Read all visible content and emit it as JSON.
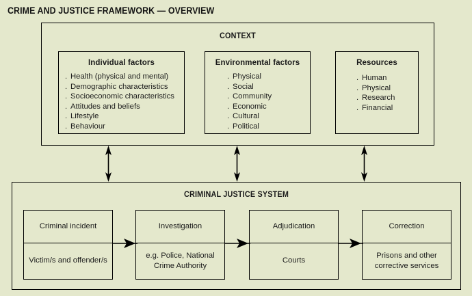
{
  "title": "CRIME AND JUSTICE FRAMEWORK — OVERVIEW",
  "colors": {
    "background": "#e4e8cc",
    "stroke": "#000000",
    "text": "#1a1a1a"
  },
  "context": {
    "heading": "CONTEXT",
    "groups": [
      {
        "title": "Individual factors",
        "items": [
          "Health (physical and mental)",
          "Demographic characteristics",
          "Socioeconomic characteristics",
          "Attitudes and beliefs",
          "Lifestyle",
          "Behaviour"
        ]
      },
      {
        "title": "Environmental factors",
        "items": [
          "Physical",
          "Social",
          "Community",
          "Economic",
          "Cultural",
          "Political"
        ]
      },
      {
        "title": "Resources",
        "items": [
          "Human",
          "Physical",
          "Research",
          "Financial"
        ]
      }
    ]
  },
  "connectors": {
    "vertical": [
      {
        "name": "context-to-cjs-arrow-left",
        "direction": "double"
      },
      {
        "name": "context-to-cjs-arrow-middle",
        "direction": "double"
      },
      {
        "name": "context-to-cjs-arrow-right",
        "direction": "double"
      }
    ],
    "horizontal": [
      {
        "name": "flow-arrow-incident-to-investigation",
        "direction": "right"
      },
      {
        "name": "flow-arrow-investigation-to-adjudication",
        "direction": "right"
      },
      {
        "name": "flow-arrow-adjudication-to-correction",
        "direction": "right"
      }
    ]
  },
  "criminal_justice_system": {
    "heading": "CRIMINAL JUSTICE SYSTEM",
    "stages": [
      {
        "title": "Criminal incident",
        "detail": "Victim/s and offender/s"
      },
      {
        "title": "Investigation",
        "detail": "e.g. Police, National Crime Authority"
      },
      {
        "title": "Adjudication",
        "detail": "Courts"
      },
      {
        "title": "Correction",
        "detail": "Prisons and other corrective services"
      }
    ]
  }
}
